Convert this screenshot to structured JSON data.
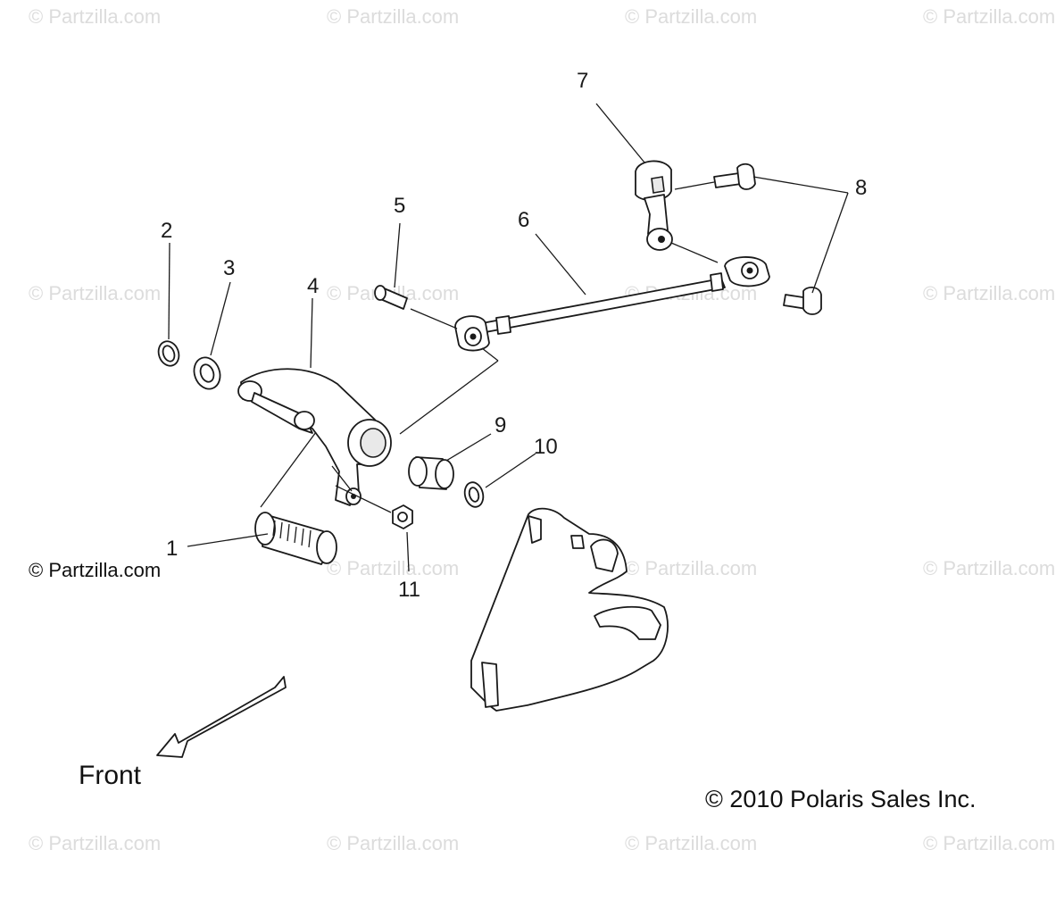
{
  "watermark": {
    "text": "© Partzilla.com"
  },
  "callouts": [
    "1",
    "2",
    "3",
    "4",
    "5",
    "6",
    "7",
    "8",
    "9",
    "10",
    "11"
  ],
  "front_label": "Front",
  "copyright_polaris": "© 2010 Polaris Sales Inc.",
  "copyright_partzilla": "© Partzilla.com"
}
